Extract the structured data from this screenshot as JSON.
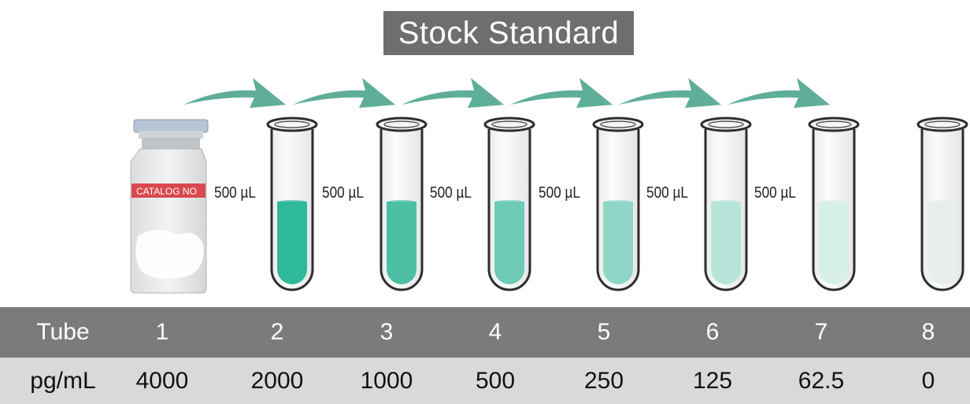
{
  "title": "Stock Standard",
  "vial_label": "CATALOG NO",
  "transfer_labels": [
    "500 µL",
    "500 µL",
    "500 µL",
    "500 µL",
    "500 µL",
    "500 µL"
  ],
  "colors": {
    "arrow": "#5fae9a",
    "title_bg": "#6e6e6e",
    "tube_row_bg": "#7b7b7b",
    "conc_row_bg": "#d9d9d9",
    "liquid": [
      "#2eb99a",
      "#4cc0a5",
      "#6ecbb6",
      "#8fd6c6",
      "#b7e5da",
      "#d6efe9",
      "#e8eeec"
    ]
  },
  "table": {
    "tube_header": "Tube",
    "tubes": [
      "1",
      "2",
      "3",
      "4",
      "5",
      "6",
      "7",
      "8"
    ],
    "conc_header": "pg/mL",
    "concentrations": [
      "4000",
      "2000",
      "1000",
      "500",
      "250",
      "125",
      "62.5",
      "0"
    ]
  }
}
